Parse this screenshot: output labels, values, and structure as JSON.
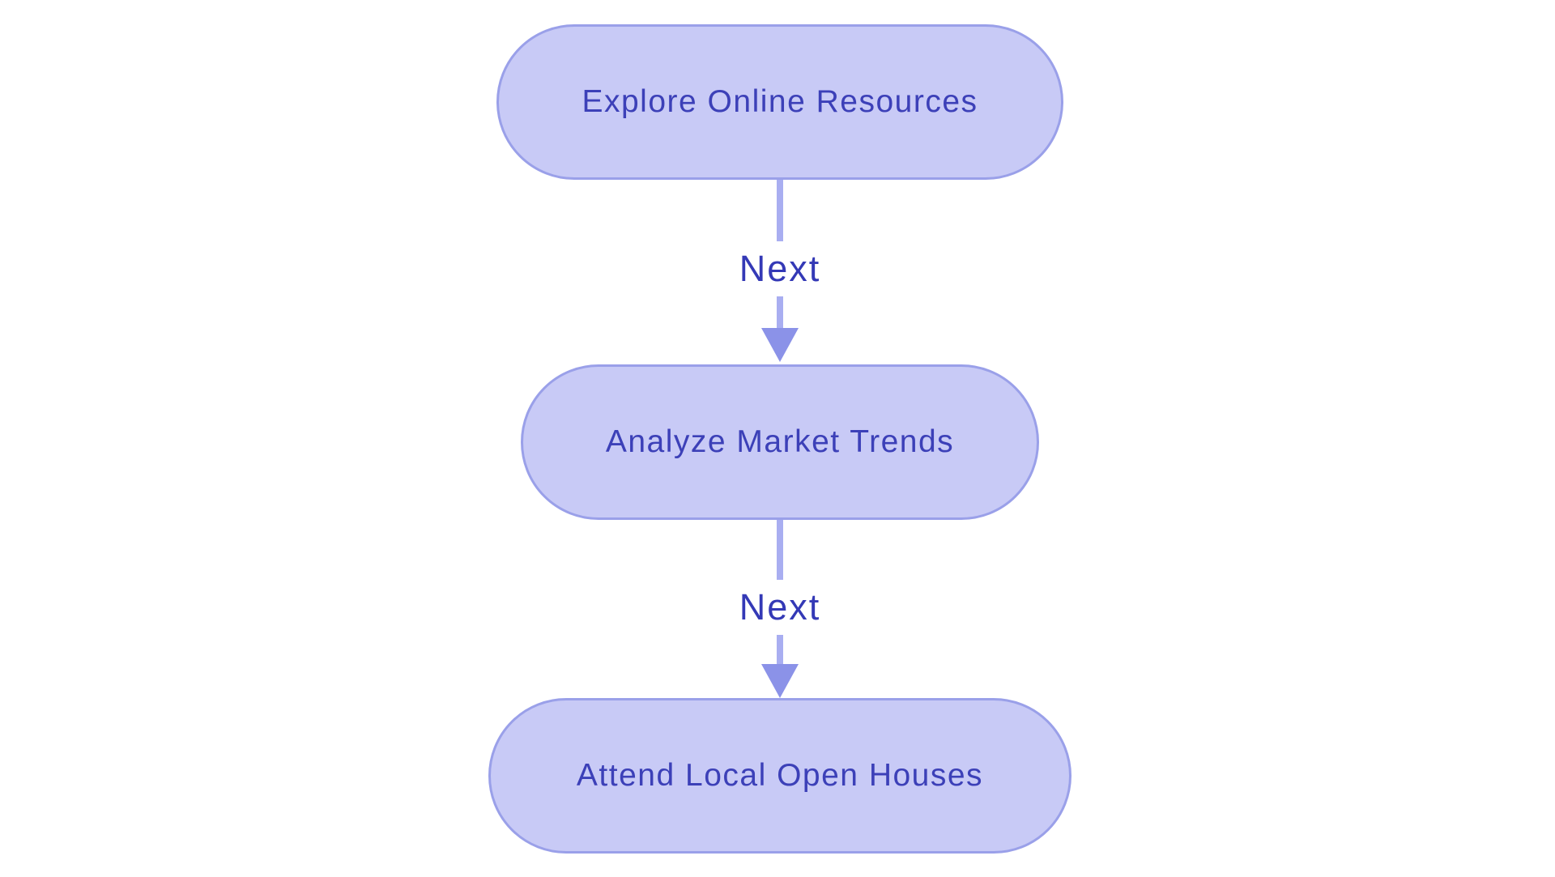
{
  "diagram": {
    "type": "flowchart-vertical",
    "nodes": [
      {
        "id": "node-1",
        "shape": "stadium",
        "label": "Explore Online Resources"
      },
      {
        "id": "node-2",
        "shape": "stadium",
        "label": "Analyze Market Trends"
      },
      {
        "id": "node-3",
        "shape": "stadium",
        "label": "Attend Local Open Houses"
      }
    ],
    "edges": [
      {
        "from": "node-1",
        "to": "node-2",
        "label": "Next"
      },
      {
        "from": "node-2",
        "to": "node-3",
        "label": "Next"
      }
    ],
    "colors": {
      "background": "#ffffff",
      "node_fill": "#c8caf6",
      "node_border": "#9aa0e9",
      "node_text": "#3c40b8",
      "edge_line": "#a9aef1",
      "edge_arrowhead": "#8b92e8",
      "edge_label_text": "#3439b6"
    }
  }
}
